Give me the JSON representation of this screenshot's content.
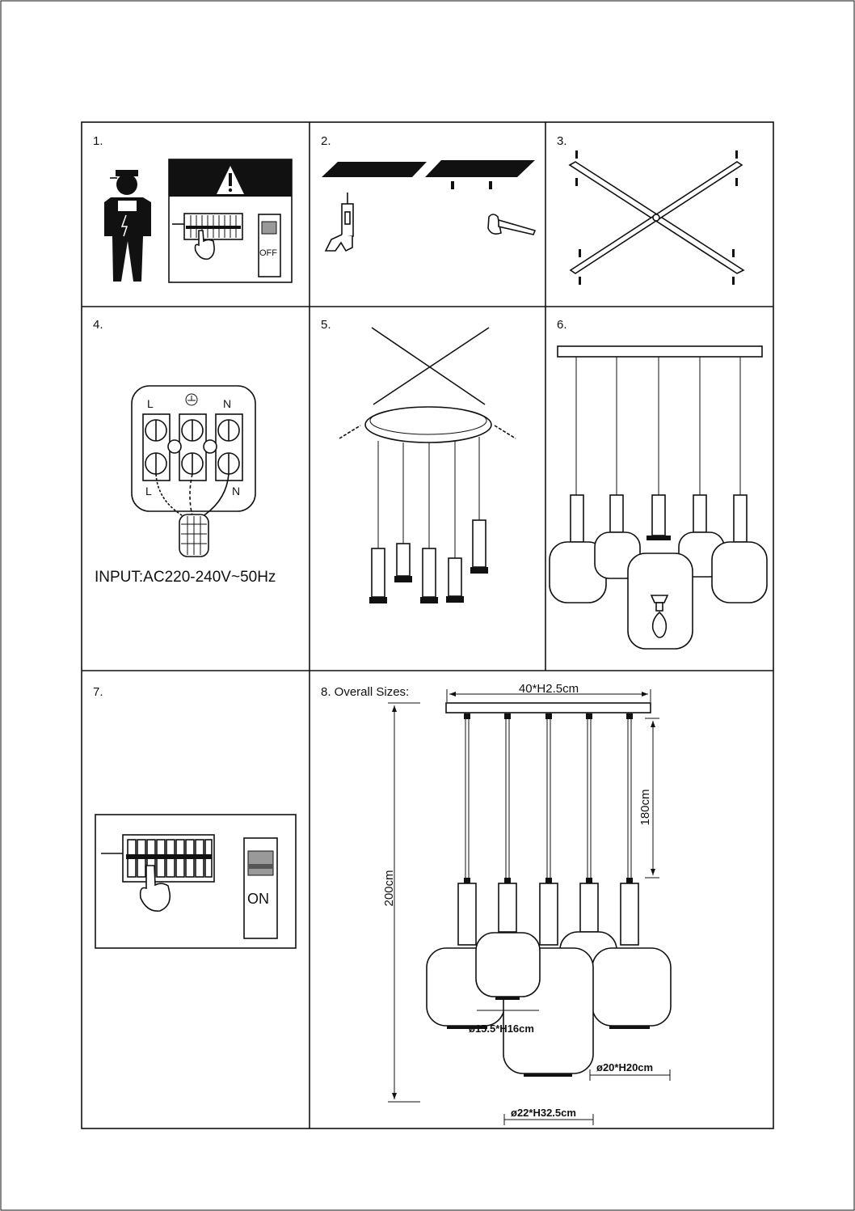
{
  "steps": [
    {
      "number": "1.",
      "switch_label": "OFF"
    },
    {
      "number": "2."
    },
    {
      "number": "3."
    },
    {
      "number": "4.",
      "terminal_labels": [
        "L",
        "N",
        "L",
        "N"
      ],
      "input_spec": "INPUT:AC220-240V~50Hz"
    },
    {
      "number": "5."
    },
    {
      "number": "6."
    },
    {
      "number": "7.",
      "switch_label": "ON"
    },
    {
      "number": "8.",
      "title": "8. Overall Sizes:"
    }
  ],
  "dimensions": {
    "canopy": "40*H2.5cm",
    "overall_height": "200cm",
    "cord_length": "180cm",
    "small_shade": "ø15.5*H16cm",
    "medium_shade": "ø20*H20cm",
    "large_shade": "ø22*H32.5cm"
  },
  "colors": {
    "line": "#111111",
    "background": "#ffffff"
  }
}
